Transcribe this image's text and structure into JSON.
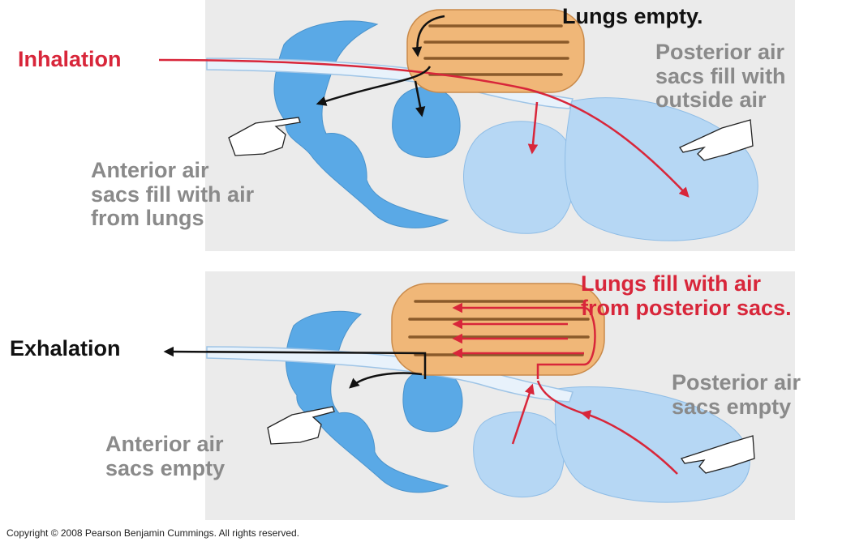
{
  "top": {
    "lead_label": "Inhalation",
    "state_label": "Lungs empty.",
    "posterior_note": [
      "Posterior air",
      "sacs fill with",
      "outside air"
    ],
    "anterior_note": [
      "Anterior air",
      "sacs fill with air",
      "from lungs"
    ]
  },
  "bottom": {
    "lead_label": "Exhalation",
    "state_label": [
      "Lungs fill with air",
      "from posterior sacs."
    ],
    "posterior_note": [
      "Posterior air",
      "sacs empty"
    ],
    "anterior_note": [
      "Anterior air",
      "sacs empty"
    ]
  },
  "footer": {
    "copyright": "Copyright © 2008 Pearson Benjamin Cummings. All rights reserved."
  },
  "colors": {
    "sac_blue": "#5aa9e6",
    "sac_light": "#b6d7f4",
    "lung_orange": "#f0b778",
    "airflow_red": "#d8263a",
    "airflow_black": "#111111",
    "label_gray": "#8a8a8a"
  }
}
